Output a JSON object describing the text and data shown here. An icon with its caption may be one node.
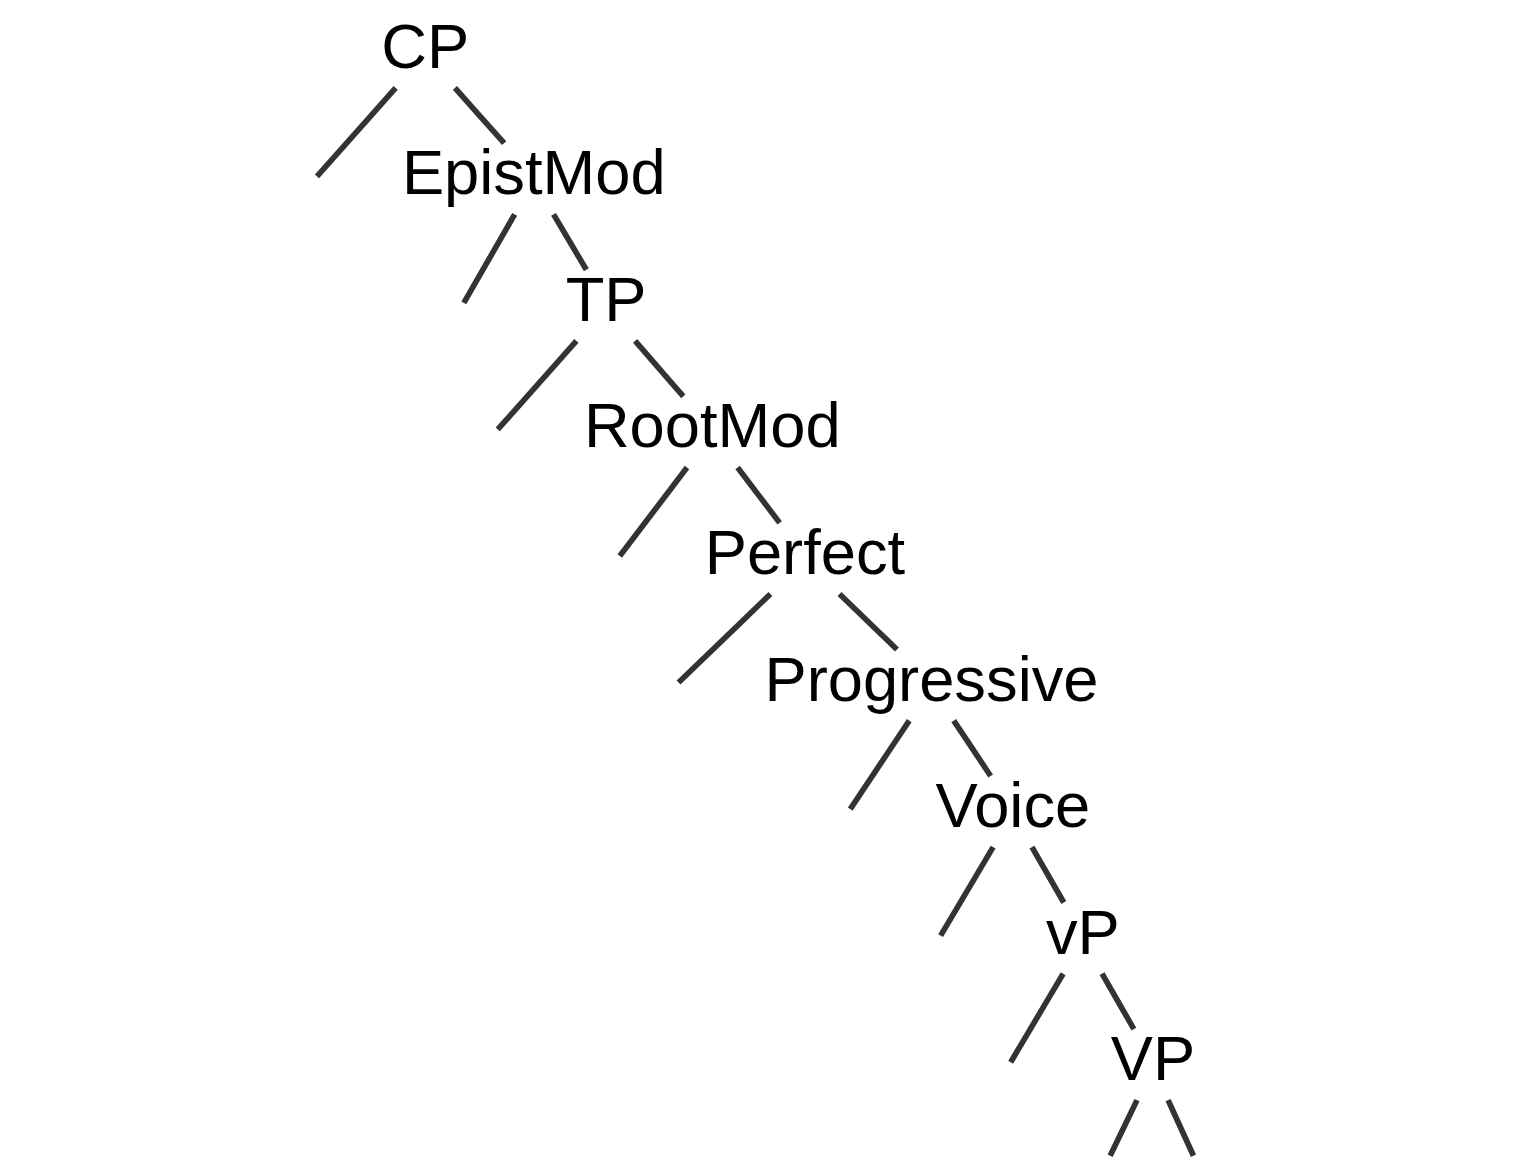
{
  "diagram": {
    "nodes": [
      {
        "text": [
          "CP"
        ]
      },
      {
        "text": [
          "EpistMod"
        ]
      },
      {
        "text": [
          "TP"
        ]
      },
      {
        "text": [
          "RootMod"
        ]
      },
      {
        "text": [
          "Perfect"
        ]
      },
      {
        "text": [
          "Progressive"
        ]
      },
      {
        "text": [
          "Voice"
        ]
      },
      {
        "text": [
          "vP"
        ]
      },
      {
        "text": [
          "VP"
        ]
      }
    ],
    "edges": [
      {
        "from": 0,
        "to": null,
        "arrow": "none"
      },
      {
        "from": 0,
        "to": 1,
        "arrow": "none"
      },
      {
        "from": 1,
        "to": null,
        "arrow": "none"
      },
      {
        "from": 1,
        "to": 2,
        "arrow": "none"
      },
      {
        "from": 2,
        "to": null,
        "arrow": "none"
      },
      {
        "from": 2,
        "to": 3,
        "arrow": "none"
      },
      {
        "from": 3,
        "to": null,
        "arrow": "none"
      },
      {
        "from": 3,
        "to": 4,
        "arrow": "none"
      },
      {
        "from": 4,
        "to": null,
        "arrow": "none"
      },
      {
        "from": 4,
        "to": 5,
        "arrow": "none"
      },
      {
        "from": 5,
        "to": null,
        "arrow": "none"
      },
      {
        "from": 5,
        "to": 6,
        "arrow": "none"
      },
      {
        "from": 6,
        "to": null,
        "arrow": "none"
      },
      {
        "from": 6,
        "to": 7,
        "arrow": "none"
      },
      {
        "from": 7,
        "to": null,
        "arrow": "none"
      },
      {
        "from": 7,
        "to": 8,
        "arrow": "none"
      },
      {
        "from": 8,
        "to": null,
        "arrow": "none"
      },
      {
        "from": 8,
        "to": null,
        "arrow": "none"
      }
    ]
  }
}
